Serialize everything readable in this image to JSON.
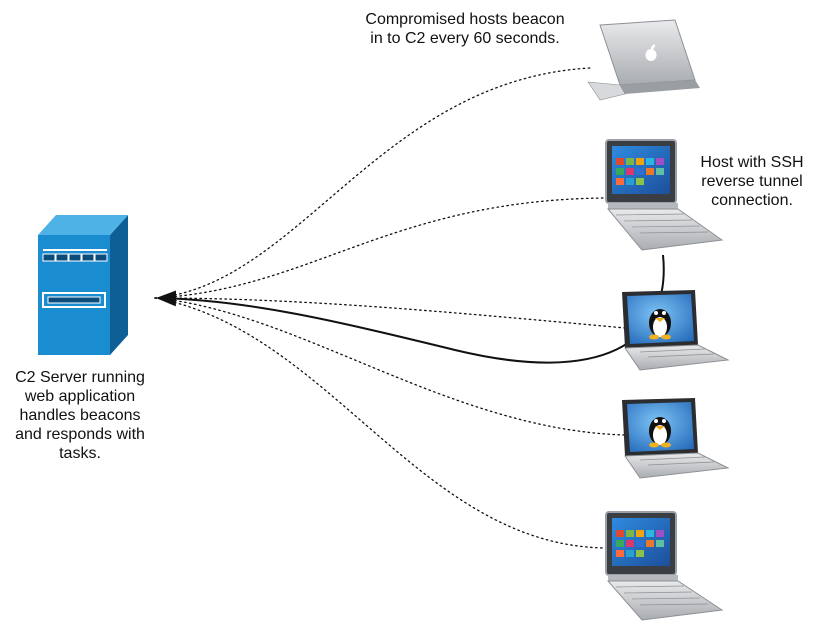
{
  "labels": {
    "top": [
      "Compromised hosts beacon",
      "in to C2 every 60 seconds."
    ],
    "ssh": [
      "Host with SSH",
      "reverse tunnel",
      "connection."
    ],
    "server": [
      "C2 Server running",
      "web application",
      "handles beacons",
      "and responds with",
      "tasks."
    ]
  },
  "hosts": [
    {
      "kind": "macbook-laptop",
      "screen_icon": "apple-logo-icon"
    },
    {
      "kind": "windows-hybrid-laptop",
      "screen_icon": "windows-tiles-icon"
    },
    {
      "kind": "linux-laptop",
      "screen_icon": "tux-penguin-icon"
    },
    {
      "kind": "linux-laptop",
      "screen_icon": "tux-penguin-icon"
    },
    {
      "kind": "windows-hybrid-laptop",
      "screen_icon": "windows-tiles-icon"
    }
  ],
  "server": {
    "kind": "c2-server-tower",
    "icon": "server-tower-icon"
  },
  "connections": {
    "beacon": "dotted",
    "tunnel": "solid"
  },
  "colors": {
    "server_front": "#1a8cd0",
    "server_side": "#0d5f96",
    "server_top": "#4fb2e6",
    "line": "#111111",
    "laptop_silver": "#c9cbce",
    "screen_blue": "#2a78c8"
  }
}
